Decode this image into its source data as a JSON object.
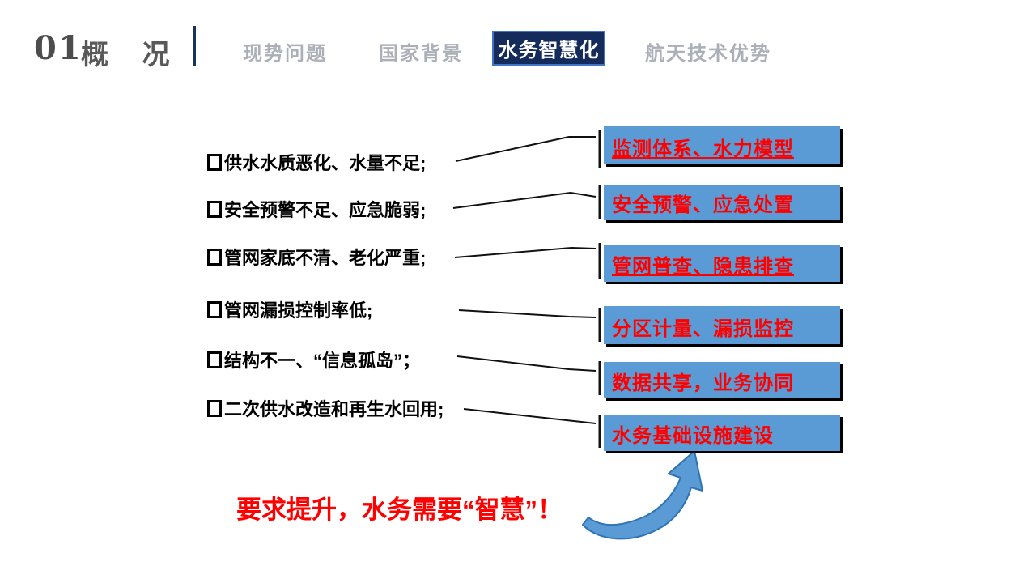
{
  "header": {
    "section_number": "01",
    "section_title": "概 况",
    "tabs": [
      {
        "label": "现势问题",
        "active": false
      },
      {
        "label": "国家背景",
        "active": false
      },
      {
        "label": "水务智慧化",
        "active": true
      },
      {
        "label": "航天技术优势",
        "active": false
      }
    ]
  },
  "problems": [
    {
      "text": "供水水质恶化、水量不足;"
    },
    {
      "text": "安全预警不足、应急脆弱;"
    },
    {
      "text": "管网家底不清、老化严重;"
    },
    {
      "text": "管网漏损控制率低;"
    },
    {
      "text": "结构不一、“信息孤岛”；"
    },
    {
      "text": "二次供水改造和再生水回用;"
    }
  ],
  "solutions": [
    {
      "label": "监测体系、水力模型",
      "underline": true
    },
    {
      "label": "安全预警、应急处置",
      "underline": false
    },
    {
      "label": "管网普查、隐患排查",
      "underline": true
    },
    {
      "label": "分区计量、漏损监控",
      "underline": false
    },
    {
      "label": "数据共享，业务协同",
      "underline": false
    },
    {
      "label": "水务基础设施建设",
      "underline": false
    }
  ],
  "conclusion": "要求提升，水务需要“智慧”！",
  "colors": {
    "box_blue": "#5B9BD5",
    "active_tab_navy": "#142B5C",
    "accent_red": "#FF0000",
    "inactive_tab_gray": "#ABAFB7",
    "title_gray": "#595959"
  }
}
